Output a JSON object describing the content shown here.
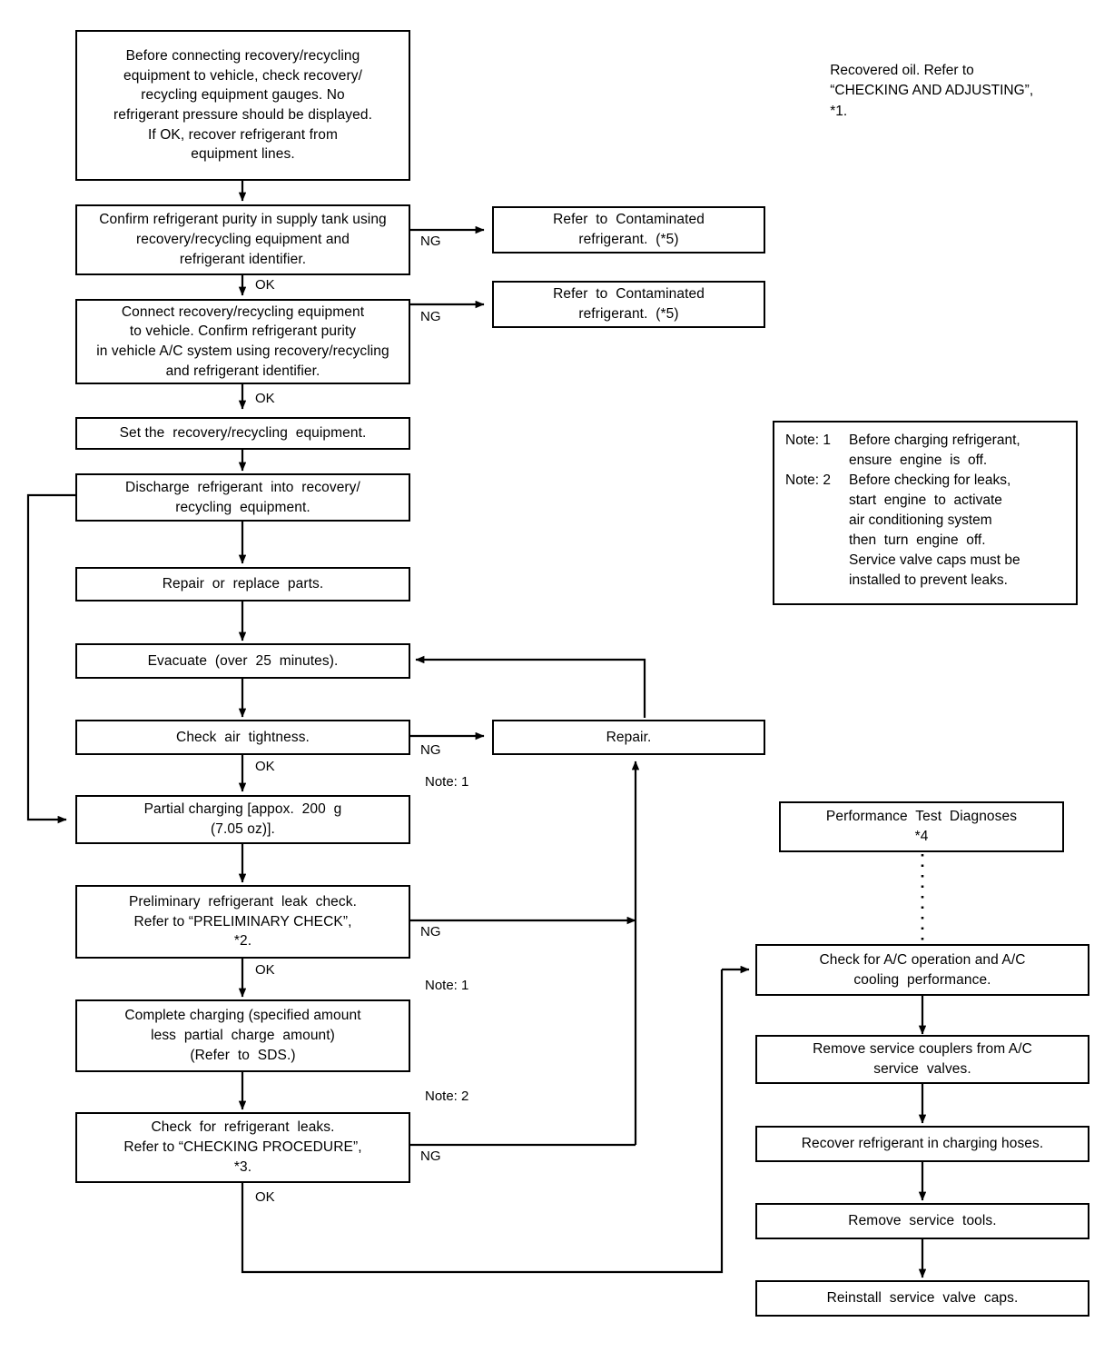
{
  "diagram": {
    "title": "A/C refrigerant recovery, evacuation and charging flow chart",
    "line_color": "#000000",
    "background": "#ffffff"
  },
  "nodes": {
    "before_connecting": {
      "lines": [
        "Before connecting recovery/recycling",
        "equipment to vehicle, check recovery/",
        "recycling equipment gauges. No",
        "refrigerant pressure should be displayed.",
        "If OK, recover refrigerant from",
        "equipment lines."
      ]
    },
    "confirm_purity_tank": {
      "lines": [
        "Confirm refrigerant purity in supply tank using",
        "recovery/recycling equipment and",
        "refrigerant identifier."
      ]
    },
    "connect_equipment": {
      "lines": [
        "Connect recovery/recycling equipment",
        "to vehicle. Confirm refrigerant purity",
        "in vehicle A/C system using recovery/recycling",
        "and refrigerant identifier."
      ]
    },
    "set_equipment": {
      "lines": [
        "Set the  recovery/recycling  equipment."
      ]
    },
    "discharge": {
      "lines": [
        "Discharge  refrigerant  into  recovery/",
        "recycling  equipment."
      ]
    },
    "repair_replace": {
      "lines": [
        "Repair  or  replace  parts."
      ]
    },
    "evacuate": {
      "lines": [
        "Evacuate  (over  25  minutes)."
      ]
    },
    "check_air_tightness": {
      "lines": [
        "Check  air  tightness."
      ]
    },
    "partial_charging": {
      "lines": [
        "Partial charging [appox.  200  g",
        "(7.05 oz)]."
      ]
    },
    "preliminary_leak_check": {
      "lines": [
        "Preliminary  refrigerant  leak  check.",
        "Refer to “PRELIMINARY CHECK”,",
        "*2."
      ]
    },
    "complete_charging": {
      "lines": [
        "Complete charging (specified amount",
        "less  partial  charge  amount)",
        "(Refer  to  SDS.)"
      ]
    },
    "check_leaks": {
      "lines": [
        "Check  for  refrigerant  leaks.",
        "Refer to “CHECKING PROCEDURE”,",
        "*3."
      ]
    },
    "contaminated_1": {
      "lines": [
        "Refer  to  Contaminated",
        "refrigerant.  (*5)"
      ]
    },
    "contaminated_2": {
      "lines": [
        "Refer  to  Contaminated",
        "refrigerant.  (*5)"
      ]
    },
    "repair": {
      "lines": [
        "Repair."
      ]
    },
    "performance_test": {
      "lines": [
        "Performance  Test  Diagnoses",
        "*4"
      ]
    },
    "check_ac_operation": {
      "lines": [
        "Check for A/C operation and A/C",
        "cooling  performance."
      ]
    },
    "remove_couplers": {
      "lines": [
        "Remove service couplers from A/C",
        "service  valves."
      ]
    },
    "recover_hoses": {
      "lines": [
        "Recover refrigerant in charging hoses."
      ]
    },
    "remove_tools": {
      "lines": [
        "Remove  service  tools."
      ]
    },
    "reinstall_caps": {
      "lines": [
        "Reinstall  service  valve  caps."
      ]
    }
  },
  "annotations": {
    "recovered_oil": {
      "lines": [
        "Recovered oil. Refer to",
        "“CHECKING AND ADJUSTING”,",
        "*1."
      ]
    },
    "notes_box": {
      "rows": [
        {
          "label": "Note: 1",
          "text": "Before charging refrigerant,"
        },
        {
          "label": "",
          "text": "ensure  engine  is  off."
        },
        {
          "label": "Note: 2",
          "text": "Before checking for leaks,"
        },
        {
          "label": "",
          "text": "start  engine  to  activate"
        },
        {
          "label": "",
          "text": "air conditioning system"
        },
        {
          "label": "",
          "text": "then  turn  engine  off."
        },
        {
          "label": "",
          "text": "Service valve caps must be"
        },
        {
          "label": "",
          "text": "installed to prevent leaks."
        }
      ]
    }
  },
  "edge_labels": {
    "ng_tank": "NG",
    "ok_tank": "OK",
    "ng_vehicle": "NG",
    "ok_vehicle": "OK",
    "ng_airtight": "NG",
    "ok_airtight": "OK",
    "note1_airtight": "Note: 1",
    "ng_prelim": "NG",
    "ok_prelim": "OK",
    "note1_prelim": "Note: 1",
    "note2_leaks": "Note: 2",
    "ng_leaks": "NG",
    "ok_leaks": "OK"
  }
}
